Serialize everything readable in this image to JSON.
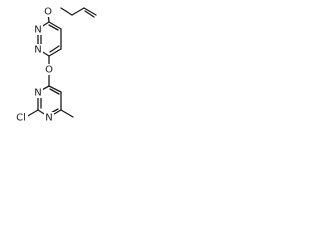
{
  "molecule": {
    "atom_labels": {
      "ether_oxygen_top": "O",
      "pyridazine_n1": "N",
      "pyridazine_n2": "N",
      "linker_oxygen": "O",
      "pyrimidine_n_right": "N",
      "pyrimidine_n_left": "N",
      "chlorine": "Cl"
    },
    "colors": {
      "bond": "#1a1a1a",
      "label": "#1a1a1a",
      "background": "#ffffff"
    }
  }
}
